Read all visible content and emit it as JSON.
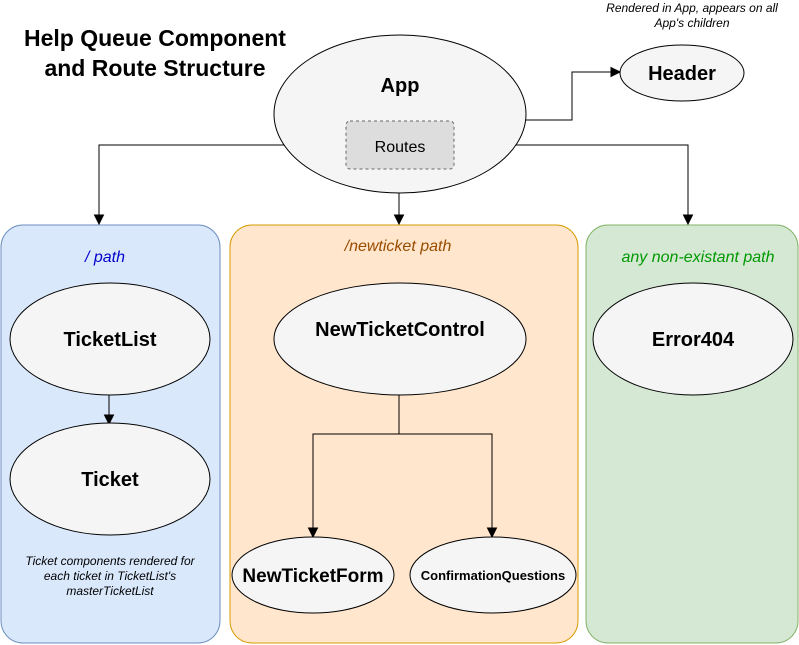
{
  "title": {
    "line1": "Help Queue Component",
    "line2": "and Route Structure"
  },
  "note_header": {
    "line1": "Rendered in App, appears on all",
    "line2": "App's children"
  },
  "nodes": {
    "app": "App",
    "routes": "Routes",
    "header": "Header",
    "ticket_list": "TicketList",
    "ticket": "Ticket",
    "new_ticket_control": "NewTicketControl",
    "new_ticket_form": "NewTicketForm",
    "confirmation_questions": "ConfirmationQuestions",
    "error404": "Error404"
  },
  "containers": {
    "root_path": {
      "label": "/ path",
      "fill": "#dae8fc",
      "stroke": "#6c8ebf",
      "text_color": "#0000cc"
    },
    "newticket_path": {
      "label": "/newticket path",
      "fill": "#ffe6cc",
      "stroke": "#d79b00",
      "text_color": "#994c00"
    },
    "any_path": {
      "label": "any non-existant path",
      "fill": "#d5e8d4",
      "stroke": "#82b366",
      "text_color": "#009900"
    }
  },
  "note_ticket": {
    "line1": "Ticket components rendered for",
    "line2": "each ticket in TicketList's",
    "line3": "masterTicketList"
  },
  "colors": {
    "ellipse_fill": "#f5f5f5",
    "routes_fill": "#dddddd",
    "routes_stroke": "#666666"
  }
}
